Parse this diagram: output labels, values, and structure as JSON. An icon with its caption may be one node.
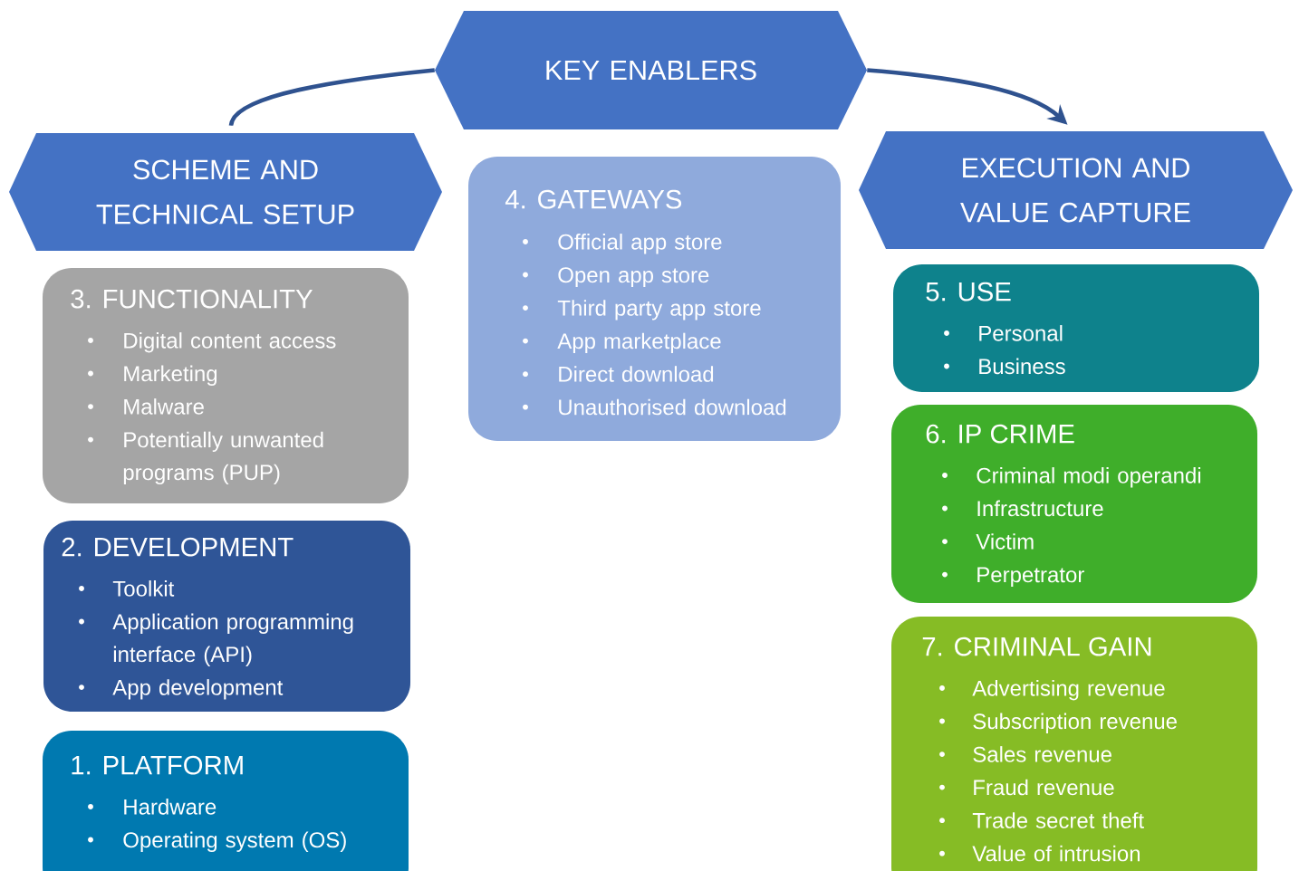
{
  "diagram": {
    "nodes": [
      {
        "text": [
          "KEY ENABLERS"
        ]
      },
      {
        "text": [
          "SCHEME AND TECHNICAL SETUP"
        ]
      },
      {
        "text": [
          "EXECUTION AND VALUE CAPTURE"
        ]
      },
      {
        "text": [
          "3. FUNCTIONALITY",
          "Digital content access",
          "Marketing",
          "Malware",
          "Potentially unwanted programs (PUP)"
        ]
      },
      {
        "text": [
          "2. DEVELOPMENT",
          "Toolkit",
          "Application programming interface (API)",
          "App development"
        ]
      },
      {
        "text": [
          "1. PLATFORM",
          "Hardware",
          "Operating system (OS)"
        ]
      },
      {
        "text": [
          "4. GATEWAYS",
          "Official app store",
          "Open app store",
          "Third party app store",
          "App marketplace",
          "Direct download",
          "Unauthorised download"
        ]
      },
      {
        "text": [
          "5. USE",
          "Personal",
          "Business"
        ]
      },
      {
        "text": [
          "6. IP CRIME",
          "Criminal modi operandi",
          "Infrastructure",
          "Victim",
          "Perpetrator"
        ]
      },
      {
        "text": [
          "7. CRIMINAL GAIN",
          "Advertising revenue",
          "Subscription revenue",
          "Sales revenue",
          "Fraud revenue",
          "Trade secret theft",
          "Value of intrusion"
        ]
      }
    ],
    "edges": [
      {
        "from": 1,
        "to": 0,
        "arrow": "none"
      },
      {
        "from": 0,
        "to": 2,
        "arrow": "to"
      }
    ]
  }
}
